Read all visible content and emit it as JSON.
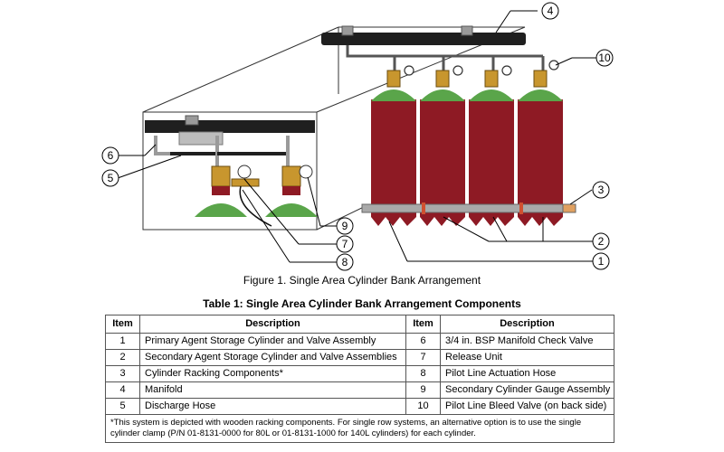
{
  "figure": {
    "caption": "Figure 1.  Single Area Cylinder Bank Arrangement",
    "callouts": [
      "4",
      "10",
      "3",
      "2",
      "1",
      "6",
      "5",
      "9",
      "7",
      "8"
    ]
  },
  "table": {
    "title": "Table 1: Single Area Cylinder Bank Arrangement Components",
    "headers": {
      "item": "Item",
      "description": "Description"
    },
    "rows": [
      {
        "left_item": "1",
        "left_desc": "Primary Agent Storage Cylinder and Valve Assembly",
        "right_item": "6",
        "right_desc": "3/4 in. BSP Manifold Check Valve"
      },
      {
        "left_item": "2",
        "left_desc": "Secondary Agent Storage Cylinder and Valve Assemblies",
        "right_item": "7",
        "right_desc": "Release Unit"
      },
      {
        "left_item": "3",
        "left_desc": "Cylinder Racking Components*",
        "right_item": "8",
        "right_desc": "Pilot Line Actuation Hose"
      },
      {
        "left_item": "4",
        "left_desc": "Manifold",
        "right_item": "9",
        "right_desc": "Secondary Cylinder Gauge Assembly"
      },
      {
        "left_item": "5",
        "left_desc": "Discharge Hose",
        "right_item": "10",
        "right_desc": "Pilot Line Bleed Valve (on back side)"
      }
    ],
    "footnote": "*This system is depicted with wooden racking components. For single row systems, an alternative option is to use the single cylinder clamp (P/N 01-8131-0000 for 80L or 01-8131-1000 for 140L cylinders) for each cylinder."
  },
  "colors": {
    "cylinder_red": "#8e1a24",
    "cylinder_green": "#5aa54a",
    "manifold_black": "#1f1f1f",
    "valve_brass": "#c8962e",
    "rack_gray": "#a9a9a9"
  }
}
